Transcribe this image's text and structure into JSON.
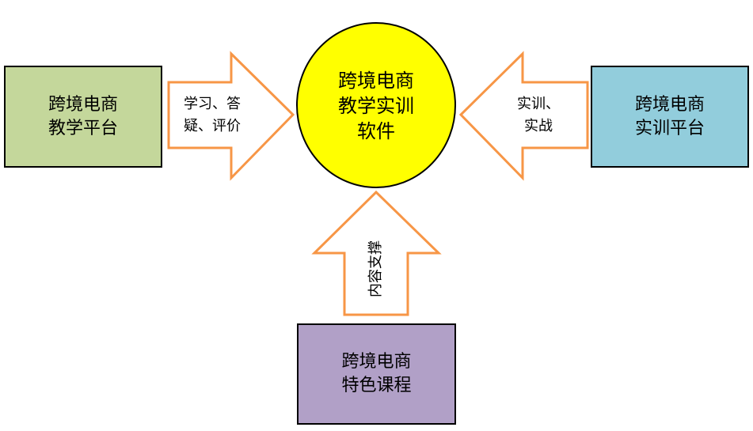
{
  "colors": {
    "arrow_stroke": "#f79646",
    "center_fill": "#ffff00",
    "teaching_fill": "#c4d79b",
    "training_fill": "#92cddc",
    "course_fill": "#b1a0c7"
  },
  "center": {
    "line1": "跨境电商",
    "line2": "教学实训",
    "line3": "软件"
  },
  "left_box": {
    "line1": "跨境电商",
    "line2": "教学平台"
  },
  "right_box": {
    "line1": "跨境电商",
    "line2": "实训平台"
  },
  "bottom_box": {
    "line1": "跨境电商",
    "line2": "特色课程"
  },
  "left_arrow": {
    "line1": "学习、答",
    "line2": "疑、评价"
  },
  "right_arrow": {
    "line1": "实训、",
    "line2": "实战"
  },
  "bottom_arrow": {
    "text": "内容支撑"
  }
}
